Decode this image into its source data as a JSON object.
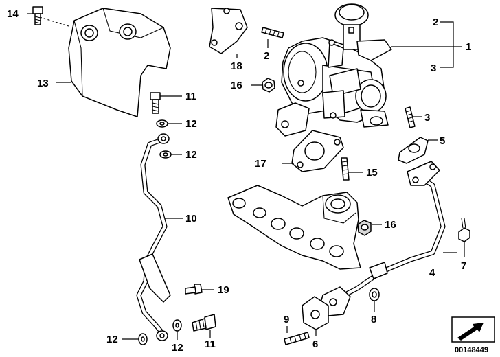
{
  "callouts": [
    "1",
    "2",
    "3",
    "2",
    "3",
    "5",
    "4",
    "7",
    "8",
    "6",
    "9",
    "10",
    "11",
    "12",
    "12",
    "11",
    "12",
    "12",
    "13",
    "14",
    "15",
    "16",
    "16",
    "17",
    "18",
    "19"
  ],
  "catalog_number": "00148449",
  "colors": {
    "line": "#000000",
    "background": "#ffffff",
    "shading": "#d8d8d8"
  }
}
